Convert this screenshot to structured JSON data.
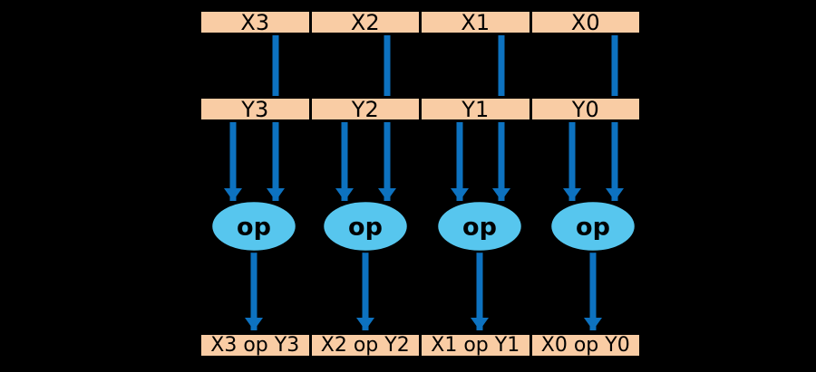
{
  "diagram": {
    "description": "SIMD element-wise vector operation",
    "registers": {
      "x": {
        "cells": [
          "X3",
          "X2",
          "X1",
          "X0"
        ]
      },
      "y": {
        "cells": [
          "Y3",
          "Y2",
          "Y1",
          "Y0"
        ]
      },
      "result": {
        "cells": [
          "X3 op Y3",
          "X2 op Y2",
          "X1 op Y1",
          "X0 op Y0"
        ]
      }
    },
    "operators": {
      "labels": [
        "op",
        "op",
        "op",
        "op"
      ]
    },
    "colors": {
      "background": "#000000",
      "register_fill": "#F9CCA4",
      "register_border": "#000000",
      "arrow": "#0D72C0",
      "op_fill": "#57C6EE",
      "op_border": "#000000",
      "text": "#000000"
    }
  }
}
